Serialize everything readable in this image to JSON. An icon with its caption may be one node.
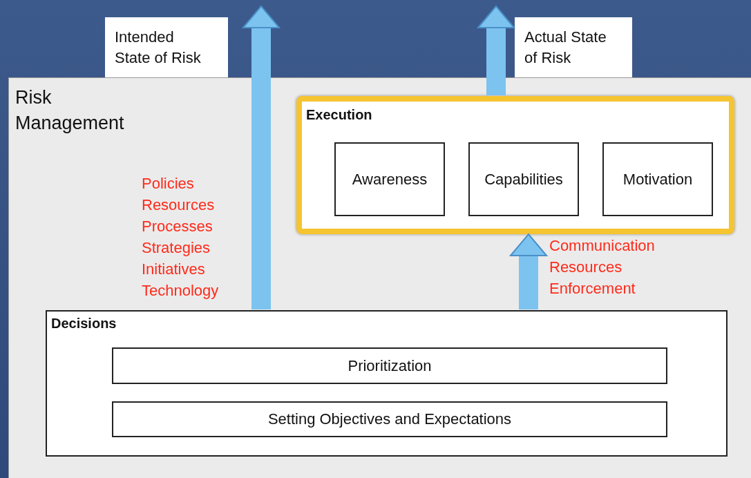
{
  "diagram": {
    "nodes": [
      {
        "text": [
          "Risk Management"
        ]
      },
      {
        "text": [
          "Intended State of Risk"
        ]
      },
      {
        "text": [
          "Actual State of Risk"
        ]
      },
      {
        "text": [
          "Execution"
        ],
        "in": 0
      },
      {
        "text": [
          "Awareness"
        ],
        "in": 3
      },
      {
        "text": [
          "Capabilities"
        ],
        "in": 3
      },
      {
        "text": [
          "Motivation"
        ],
        "in": 3
      },
      {
        "text": [
          "Decisions"
        ],
        "in": 0
      },
      {
        "text": [
          "Prioritization"
        ],
        "in": 7
      },
      {
        "text": [
          "Setting Objectives and Expectations"
        ],
        "in": 7
      }
    ],
    "edges": [
      {
        "from": 7,
        "to": 1,
        "arrow": "to"
      },
      {
        "from": 3,
        "to": 2,
        "arrow": "to"
      },
      {
        "from": 7,
        "to": 3,
        "arrow": "to"
      }
    ],
    "labels": [
      "Policies",
      "Resources",
      "Processes",
      "Strategies",
      "Initiatives",
      "Technology",
      "Communication",
      "Resources",
      "Enforcement"
    ]
  }
}
